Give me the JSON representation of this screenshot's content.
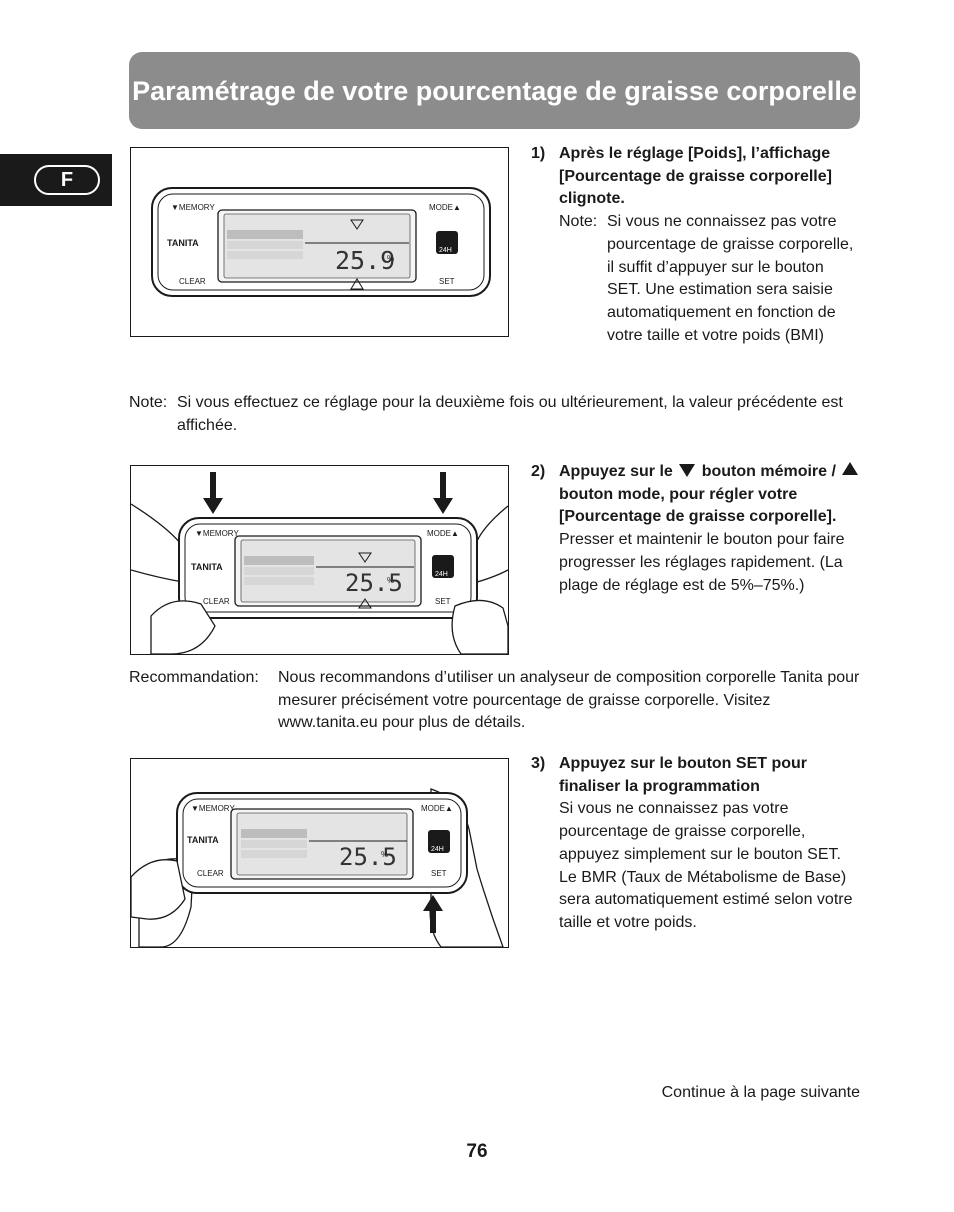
{
  "page": {
    "title": "Paramétrage de votre pourcentage de graisse corporelle",
    "language_tab": "F",
    "continue_text": "Continue à la page suivante",
    "page_number": "76"
  },
  "device": {
    "memory_label": "▼MEMORY",
    "mode_label": "MODE▲",
    "brand": "TANITA",
    "clear_label": "CLEAR",
    "set_label": "SET",
    "badge_label": "24H",
    "percent_unit": "%"
  },
  "figures": [
    {
      "display_value": "25.9",
      "blinking": true
    },
    {
      "display_value": "25.5",
      "blinking": true
    },
    {
      "display_value": "25.5",
      "blinking": false
    }
  ],
  "steps": [
    {
      "number": "1)",
      "heading": "Après le réglage [Poids], l’affichage [Pourcentage de graisse corporelle] clignote.",
      "note_label": "Note:",
      "note_text": "Si vous ne connaissez pas votre pourcentage de graisse corporelle, il suffit d’appuyer sur le bouton SET. Une estimation sera saisie automatiquement en fonction de votre taille et votre poids (BMI)"
    },
    {
      "number": "2)",
      "heading_a": "Appuyez sur le",
      "heading_b": "bouton mémoire /",
      "heading_c": "bouton mode, pour régler votre [Pourcentage de graisse corporelle].",
      "body": "Presser et maintenir le bouton pour faire progresser les réglages rapidement. (La plage de réglage est de 5%–75%.)"
    },
    {
      "number": "3)",
      "heading": "Appuyez sur le bouton SET pour finaliser la programmation",
      "body": "Si vous ne connaissez pas votre pourcentage de graisse corporelle, appuyez simplement sur le bouton SET. Le BMR (Taux de Métabolisme de Base) sera automatiquement estimé selon votre taille et votre poids."
    }
  ],
  "notes": {
    "second_time_label": "Note:",
    "second_time_text": "Si vous effectuez ce réglage pour la deuxième fois ou ultérieurement, la valeur précédente est affichée.",
    "recommendation_label": "Recommandation:",
    "recommendation_text": "Nous recommandons d’utiliser un analyseur de composition corporelle Tanita pour mesurer précisément votre pourcentage de graisse corporelle. Visitez www.tanita.eu pour plus de détails."
  }
}
